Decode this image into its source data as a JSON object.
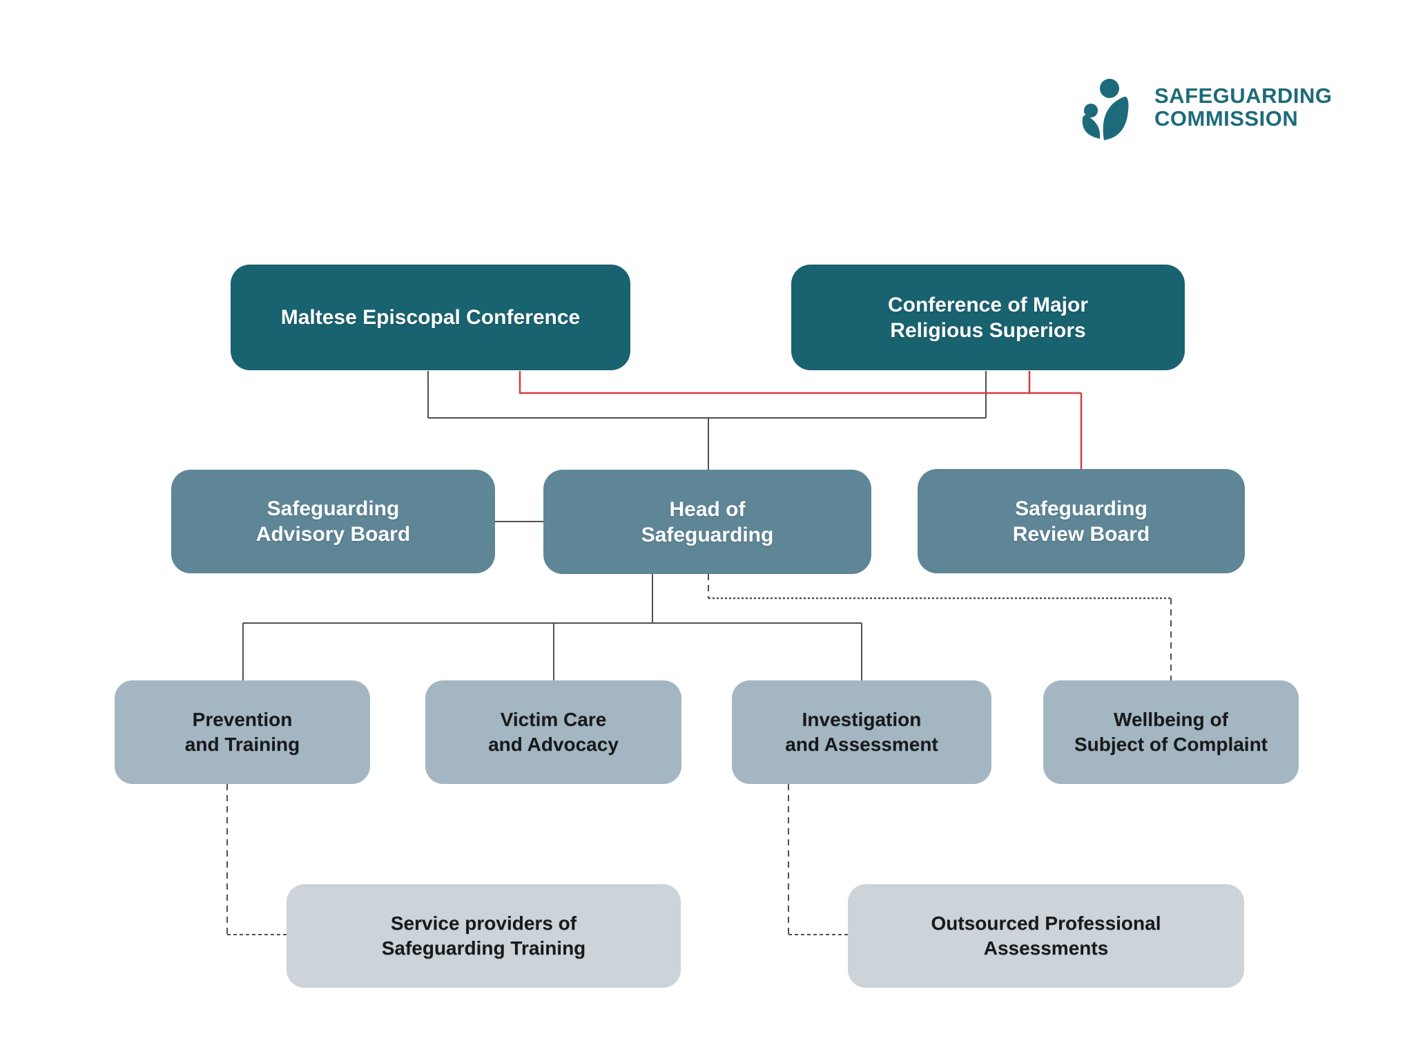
{
  "logo": {
    "line1": "SAFEGUARDING",
    "line2": "COMMISSION"
  },
  "colors": {
    "tier1_bg": "#19626f",
    "tier2_bg": "#5e8697",
    "tier3_bg": "#a4b6c2",
    "tier4_bg": "#ccd3d9",
    "tier1_text": "#ffffff",
    "tier3_text": "#17191b",
    "line": "#4f4f4f",
    "red_line": "#d63c3c",
    "logo_teal": "#1d6b7a"
  },
  "nodes": {
    "mec": {
      "label": "Maltese Episcopal Conference"
    },
    "cmrs": {
      "label": "Conference of Major\nReligious Superiors"
    },
    "sab": {
      "label": "Safeguarding\nAdvisory Board"
    },
    "hos": {
      "label": "Head of\nSafeguarding"
    },
    "srb": {
      "label": "Safeguarding\nReview Board"
    },
    "pt": {
      "label": "Prevention\nand Training"
    },
    "vca": {
      "label": "Victim Care\nand Advocacy"
    },
    "ia": {
      "label": "Investigation\nand Assessment"
    },
    "wsc": {
      "label": "Wellbeing of\nSubject of Complaint"
    },
    "spst": {
      "label": "Service providers of\nSafeguarding Training"
    },
    "opa": {
      "label": "Outsourced Professional\nAssessments"
    }
  },
  "connections": [
    {
      "from": "Maltese Episcopal Conference",
      "to": "Head of Safeguarding",
      "style": "solid",
      "color": "gray"
    },
    {
      "from": "Conference of Major Religious Superiors",
      "to": "Head of Safeguarding",
      "style": "solid",
      "color": "gray"
    },
    {
      "from": "Maltese Episcopal Conference",
      "to": "Safeguarding Review Board",
      "style": "solid",
      "color": "red"
    },
    {
      "from": "Conference of Major Religious Superiors",
      "to": "Safeguarding Review Board",
      "style": "solid",
      "color": "red"
    },
    {
      "from": "Safeguarding Advisory Board",
      "to": "Head of Safeguarding",
      "style": "solid",
      "color": "gray"
    },
    {
      "from": "Head of Safeguarding",
      "to": "Prevention and Training",
      "style": "solid",
      "color": "gray"
    },
    {
      "from": "Head of Safeguarding",
      "to": "Victim Care and Advocacy",
      "style": "solid",
      "color": "gray"
    },
    {
      "from": "Head of Safeguarding",
      "to": "Investigation and Assessment",
      "style": "solid",
      "color": "gray"
    },
    {
      "from": "Head of Safeguarding",
      "to": "Wellbeing of Subject of Complaint",
      "style": "dashed",
      "color": "gray"
    },
    {
      "from": "Prevention and Training",
      "to": "Service providers of Safeguarding Training",
      "style": "dashed",
      "color": "gray"
    },
    {
      "from": "Investigation and Assessment",
      "to": "Outsourced Professional Assessments",
      "style": "dashed",
      "color": "gray"
    }
  ]
}
